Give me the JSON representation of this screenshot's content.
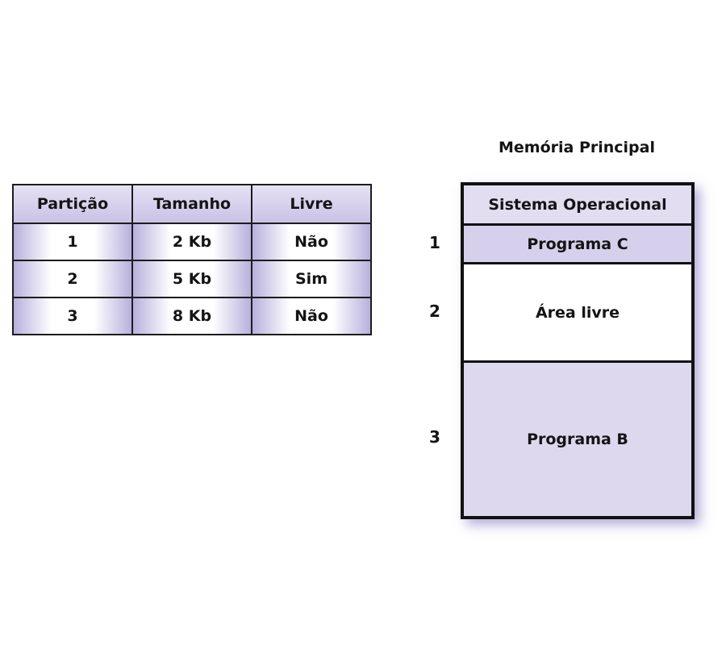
{
  "partition_table": {
    "headers": [
      "Partição",
      "Tamanho",
      "Livre"
    ],
    "rows": [
      [
        "1",
        "2 Kb",
        "Não"
      ],
      [
        "2",
        "5 Kb",
        "Sim"
      ],
      [
        "3",
        "8 Kb",
        "Não"
      ]
    ]
  },
  "memory": {
    "title": "Memória Principal",
    "segments": {
      "os": "Sistema Operacional",
      "partition1": "Programa C",
      "partition2": "Área livre",
      "partition3": "Programa B"
    },
    "partition_numbers": [
      "1",
      "2",
      "3"
    ]
  },
  "colors": {
    "lavender_light": "#e2ddf1",
    "lavender": "#d6d0ec",
    "lavender_edge": "#b8b0dd",
    "border": "#111111"
  }
}
